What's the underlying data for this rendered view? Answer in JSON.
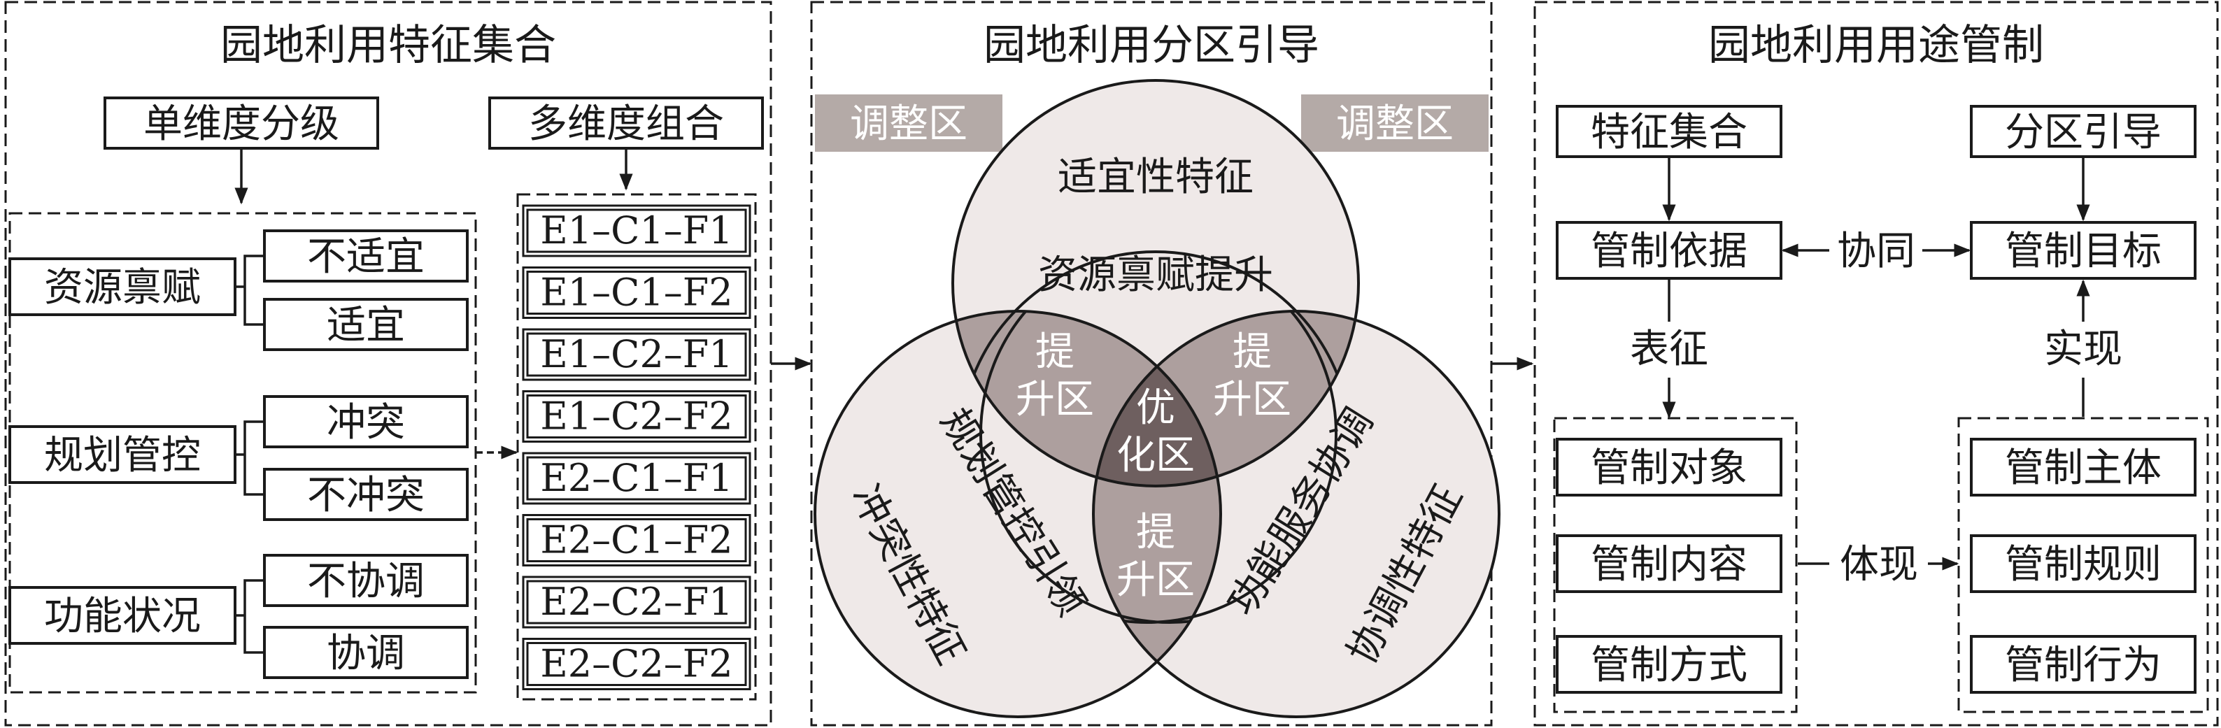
{
  "colors": {
    "circle_fill": "#efe9e8",
    "overlap_fill": "#ad9f9e",
    "center_fill": "#6e5f5f",
    "tag_fill": "#b4aaa7",
    "line": "#1a1a1a"
  },
  "left": {
    "title": "园地利用特征集合",
    "single_dim": "单维度分级",
    "multi_dim": "多维度组合",
    "groups": [
      {
        "name": "资源禀赋",
        "opts": [
          "不适宜",
          "适宜"
        ]
      },
      {
        "name": "规划管控",
        "opts": [
          "冲突",
          "不冲突"
        ]
      },
      {
        "name": "功能状况",
        "opts": [
          "不协调",
          "协调"
        ]
      }
    ],
    "combos": [
      "E1–C1–F1",
      "E1–C1–F2",
      "E1–C2–F1",
      "E1–C2–F2",
      "E2–C1–F1",
      "E2–C1–F2",
      "E2–C2–F1",
      "E2–C2–F2"
    ]
  },
  "middle": {
    "title": "园地利用分区引导",
    "tag_left": "调整区",
    "tag_right": "调整区",
    "top_circle": "适宜性特征",
    "top_inner": "资源禀赋提升",
    "left_circle": "冲突性特征",
    "left_inner": "规划管控引领",
    "right_circle": "协调性特征",
    "right_inner": "功能服务协调",
    "lift_zone": [
      "提",
      "升区"
    ],
    "center_zone": [
      "优",
      "化区"
    ]
  },
  "right": {
    "title": "园地利用用途管制",
    "feature_set": "特征集合",
    "zone_guide": "分区引导",
    "basis": "管制依据",
    "target": "管制目标",
    "coordinate": "协同",
    "characterize": "表征",
    "realize": "实现",
    "embody": "体现",
    "objects": [
      "管制对象",
      "管制内容",
      "管制方式"
    ],
    "subjects": [
      "管制主体",
      "管制规则",
      "管制行为"
    ]
  }
}
